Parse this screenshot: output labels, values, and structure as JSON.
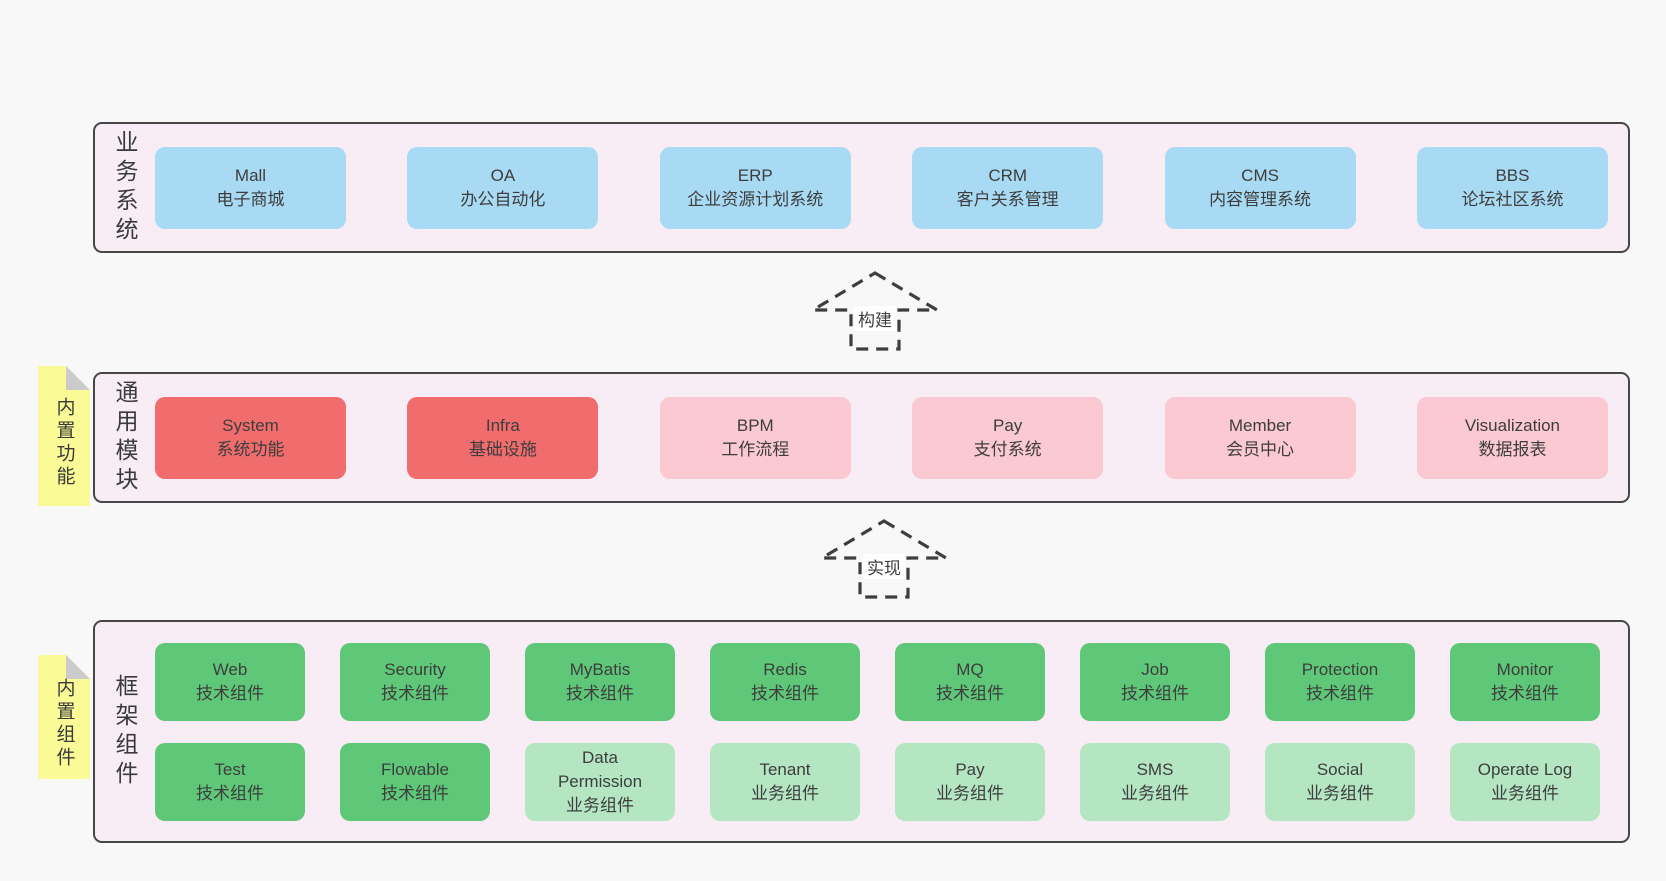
{
  "diagram": {
    "layers": {
      "business": {
        "label": "业务系统",
        "boxes": [
          {
            "en": "Mall",
            "zh": "电子商城"
          },
          {
            "en": "OA",
            "zh": "办公自动化"
          },
          {
            "en": "ERP",
            "zh": "企业资源计划系统"
          },
          {
            "en": "CRM",
            "zh": "客户关系管理"
          },
          {
            "en": "CMS",
            "zh": "内容管理系统"
          },
          {
            "en": "BBS",
            "zh": "论坛社区系统"
          }
        ]
      },
      "modules": {
        "label": "通用模块",
        "note": "内置功能",
        "boxes": [
          {
            "en": "System",
            "zh": "系统功能"
          },
          {
            "en": "Infra",
            "zh": "基础设施"
          },
          {
            "en": "BPM",
            "zh": "工作流程"
          },
          {
            "en": "Pay",
            "zh": "支付系统"
          },
          {
            "en": "Member",
            "zh": "会员中心"
          },
          {
            "en": "Visualization",
            "zh": "数据报表"
          }
        ]
      },
      "components": {
        "label": "框架组件",
        "note": "内置组件",
        "row1": [
          {
            "en": "Web",
            "zh": "技术组件"
          },
          {
            "en": "Security",
            "zh": "技术组件"
          },
          {
            "en": "MyBatis",
            "zh": "技术组件"
          },
          {
            "en": "Redis",
            "zh": "技术组件"
          },
          {
            "en": "MQ",
            "zh": "技术组件"
          },
          {
            "en": "Job",
            "zh": "技术组件"
          },
          {
            "en": "Protection",
            "zh": "技术组件"
          },
          {
            "en": "Monitor",
            "zh": "技术组件"
          }
        ],
        "row2": [
          {
            "en": "Test",
            "zh": "技术组件"
          },
          {
            "en": "Flowable",
            "zh": "技术组件"
          },
          {
            "en": "Data Permission",
            "zh": "业务组件"
          },
          {
            "en": "Tenant",
            "zh": "业务组件"
          },
          {
            "en": "Pay",
            "zh": "业务组件"
          },
          {
            "en": "SMS",
            "zh": "业务组件"
          },
          {
            "en": "Social",
            "zh": "业务组件"
          },
          {
            "en": "Operate Log",
            "zh": "业务组件"
          }
        ]
      }
    },
    "arrows": {
      "build": "构建",
      "implement": "实现"
    },
    "colors": {
      "page_bg": "#f8f8f8",
      "panel_bg": "#f8edf4",
      "panel_border": "#474747",
      "blue": "#a8dbf3",
      "red": "#f16c6c",
      "pink": "#fbc9d2",
      "green": "#5fc878",
      "light_green": "#b4e6c2",
      "sticky_yellow": "#fafa96",
      "fold_gray": "#cbcbcb",
      "text": "#3d3d3d"
    }
  }
}
